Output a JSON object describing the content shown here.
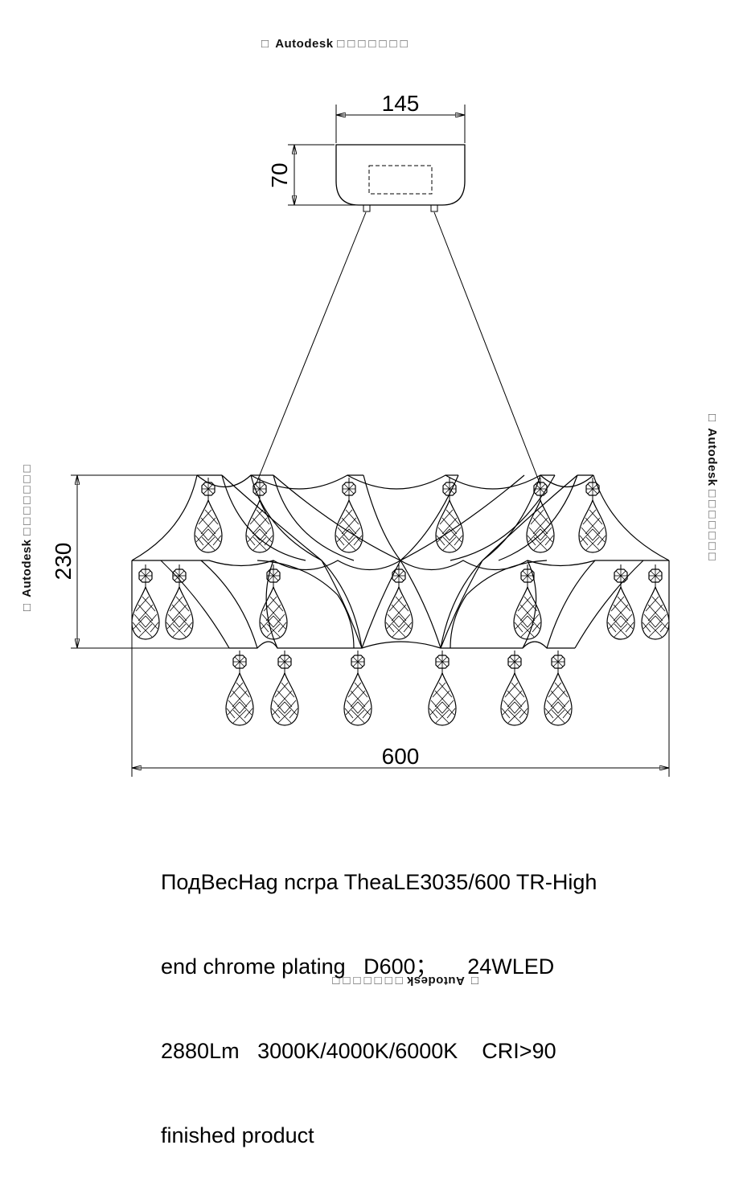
{
  "watermark": {
    "text": "Autodesk",
    "boxes": "□□□□□□□",
    "lead_box": "□"
  },
  "dimensions": {
    "canopy_width": "145",
    "canopy_height": "70",
    "body_height": "230",
    "overall_width": "600"
  },
  "spec_lines": [
    "ПодВесHag ncrpa TheaLE3035/600 TR-High",
    "end chrome plating   D600；     24WLED",
    "2880Lm   3000K/4000K/6000K    CRI>90",
    "finished product"
  ]
}
